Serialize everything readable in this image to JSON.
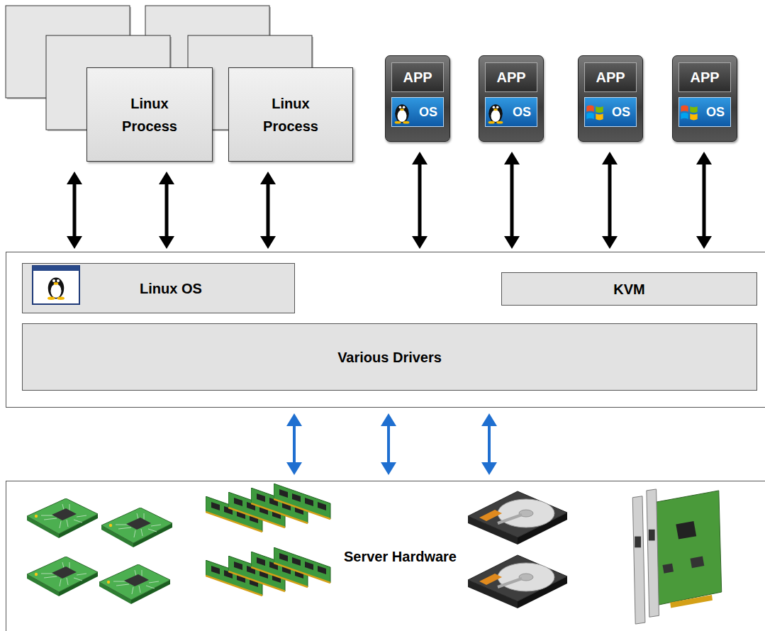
{
  "diagram": {
    "nodes": [
      {
        "text": [
          "Linux Process"
        ]
      },
      {
        "text": [
          "Linux Process"
        ]
      },
      {
        "text": [
          "APP",
          "OS"
        ]
      },
      {
        "text": [
          "APP",
          "OS"
        ]
      },
      {
        "text": [
          "APP",
          "OS"
        ]
      },
      {
        "text": [
          "APP",
          "OS"
        ]
      },
      {
        "text": []
      },
      {
        "text": [
          "Linux OS"
        ],
        "in": 6
      },
      {
        "text": [
          "KVM"
        ],
        "in": 6
      },
      {
        "text": [
          "Various Drivers"
        ],
        "in": 6
      },
      {
        "text": [
          "Server Hardware"
        ]
      }
    ],
    "edges": [
      {
        "from": 0,
        "to": 6,
        "arrow": "both"
      },
      {
        "from": 0,
        "to": 6,
        "arrow": "both"
      },
      {
        "from": 1,
        "to": 6,
        "arrow": "both"
      },
      {
        "from": 2,
        "to": 6,
        "arrow": "both"
      },
      {
        "from": 3,
        "to": 6,
        "arrow": "both"
      },
      {
        "from": 4,
        "to": 6,
        "arrow": "both"
      },
      {
        "from": 5,
        "to": 6,
        "arrow": "both"
      },
      {
        "from": 6,
        "to": 10,
        "arrow": "both"
      },
      {
        "from": 6,
        "to": 10,
        "arrow": "both"
      },
      {
        "from": 6,
        "to": 10,
        "arrow": "both"
      }
    ]
  }
}
